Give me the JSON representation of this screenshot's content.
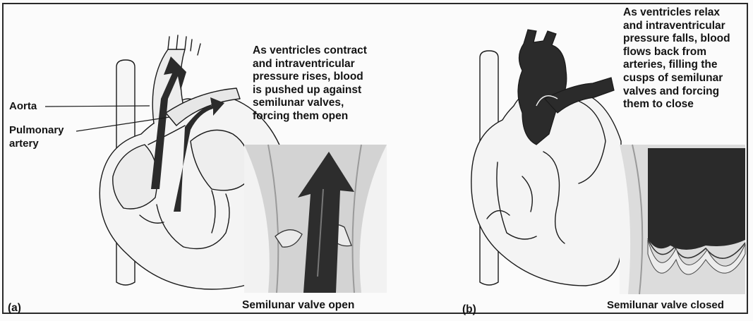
{
  "panels": [
    {
      "id": "a",
      "letter": "(a)",
      "description_lines": [
        "As ventricles contract",
        "and intraventricular",
        "pressure rises, blood",
        "is pushed up against",
        "semilunar valves,",
        "forcing them open"
      ],
      "caption": "Semilunar valve open",
      "labels": {
        "aorta": "Aorta",
        "pulmonary_1": "Pulmonary",
        "pulmonary_2": "artery"
      }
    },
    {
      "id": "b",
      "letter": "(b)",
      "description_lines": [
        "As ventricles relax",
        "and intraventricular",
        "pressure falls, blood",
        "flows back from",
        "arteries, filling the",
        "cusps of semilunar",
        "valves and forcing",
        "them to close"
      ],
      "caption": "Semilunar valve closed"
    }
  ],
  "colors": {
    "ink": "#141414",
    "blood_dark": "#2b2b2b",
    "tissue_gray": "#b9b9b9",
    "paper": "#fbfbfb"
  }
}
